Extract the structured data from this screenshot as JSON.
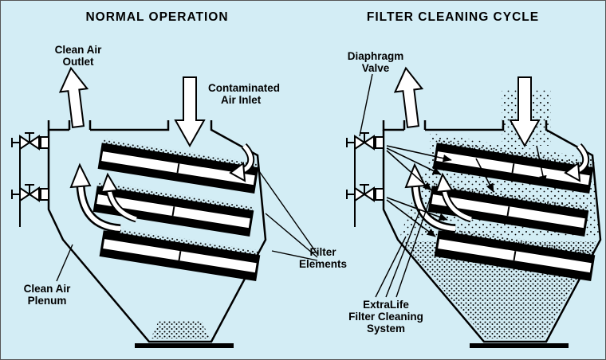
{
  "titles": {
    "left": "NORMAL OPERATION",
    "right": "FILTER CLEANING CYCLE"
  },
  "labels": {
    "clean_air_outlet": {
      "l1": "Clean Air",
      "l2": "Outlet"
    },
    "contaminated_air_inlet": {
      "l1": "Contaminated",
      "l2": "Air Inlet"
    },
    "filter_elements": {
      "l1": "Filter",
      "l2": "Elements"
    },
    "clean_air_plenum": {
      "l1": "Clean Air",
      "l2": "Plenum"
    },
    "diaphragm_valve": {
      "l1": "Diaphragm",
      "l2": "Valve"
    },
    "extralife": {
      "l1": "ExtraLife",
      "l2": "Filter Cleaning",
      "l3": "System"
    }
  },
  "colors": {
    "background": "#d3edf5",
    "line": "#111111"
  }
}
